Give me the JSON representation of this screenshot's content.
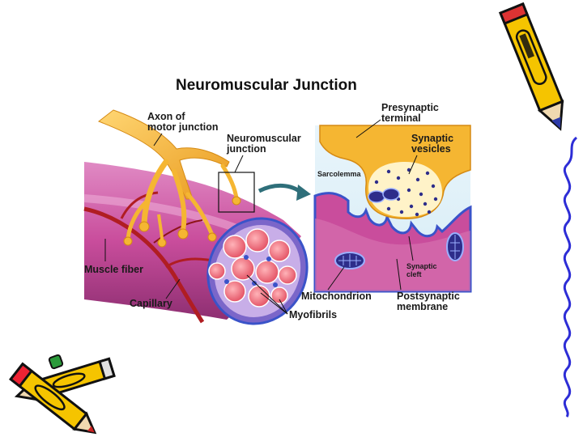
{
  "diagram": {
    "title": "Neuromuscular Junction",
    "labels": {
      "axon_line1": "Axon of",
      "axon_line2": "motor junction",
      "nmj_line1": "Neuromuscular",
      "nmj_line2": "junction",
      "presynaptic_line1": "Presynaptic",
      "presynaptic_line2": "terminal",
      "vesicles_line1": "Synaptic",
      "vesicles_line2": "vesicles",
      "sarcolemma": "Sarcolemma",
      "muscle_fiber": "Muscle fiber",
      "capillary": "Capillary",
      "mitochondrion": "Mitochondrion",
      "myofibrils": "Myofibrils",
      "cleft_line1": "Synaptic",
      "cleft_line2": "cleft",
      "postsynaptic_line1": "Postsynaptic",
      "postsynaptic_line2": "membrane"
    }
  },
  "colors": {
    "background": "#ffffff",
    "axon": "#f5b632",
    "muscle": "#c94d9c",
    "myofibril": "#ee6f7a",
    "capillary": "#b01d22",
    "membrane_blue": "#3a53c9",
    "vesicle_fill": "#fff3c8"
  },
  "icons": [
    "pencil-clipart-icon",
    "pencils-clipart-icon",
    "squiggle-border-icon"
  ]
}
